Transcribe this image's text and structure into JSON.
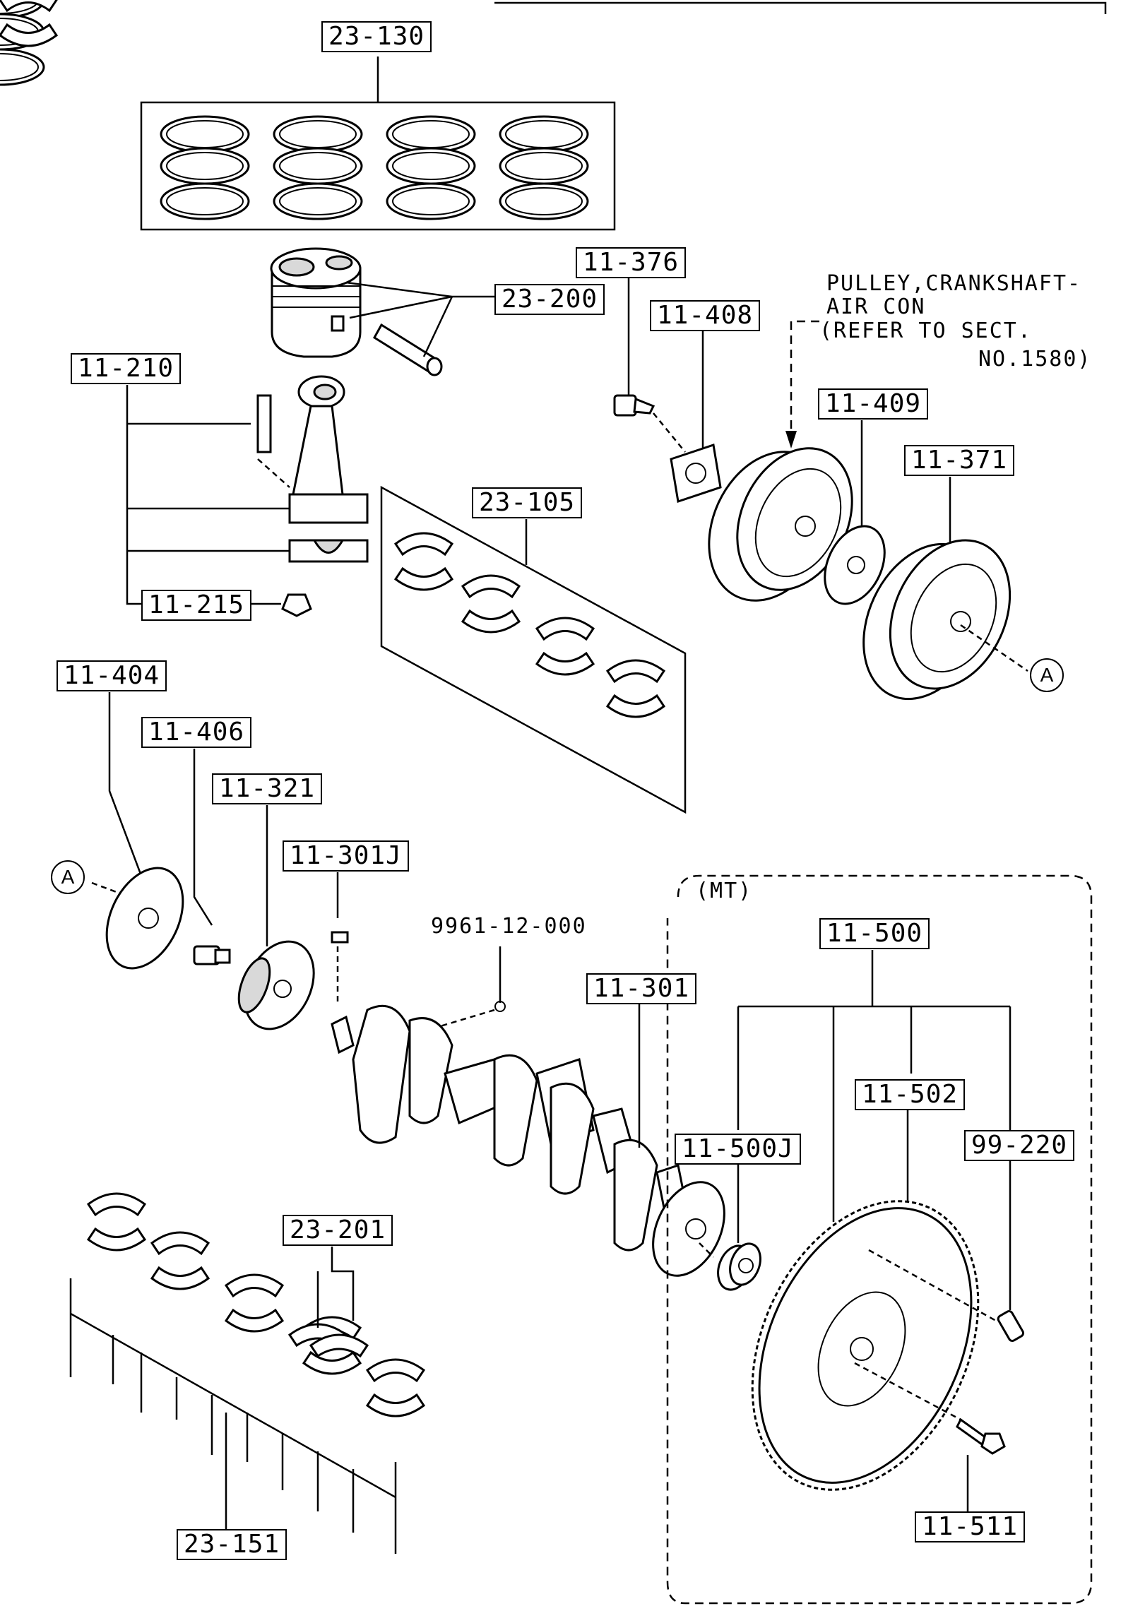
{
  "labels": {
    "l_23_130": "23-130",
    "l_23_200": "23-200",
    "l_11_376": "11-376",
    "l_11_408": "11-408",
    "l_11_210": "11-210",
    "l_11_409": "11-409",
    "l_11_371": "11-371",
    "l_23_105": "23-105",
    "l_11_215": "11-215",
    "l_11_404": "11-404",
    "l_11_406": "11-406",
    "l_11_321": "11-321",
    "l_11_301j": "11-301J",
    "l_9961": "9961-12-000",
    "l_11_500": "11-500",
    "l_11_301": "11-301",
    "l_11_502": "11-502",
    "l_11_500j": "11-500J",
    "l_99_220": "99-220",
    "l_23_201": "23-201",
    "l_23_151": "23-151",
    "l_11_511": "11-511"
  },
  "notes": {
    "pulley_line1": "PULLEY,CRANKSHAFT-",
    "pulley_line2": "AIR CON",
    "pulley_line3": "(REFER TO SECT.",
    "pulley_line4": "NO.1580)",
    "mt": "(MT)"
  },
  "refs": {
    "a_top": "A",
    "a_left": "A"
  }
}
